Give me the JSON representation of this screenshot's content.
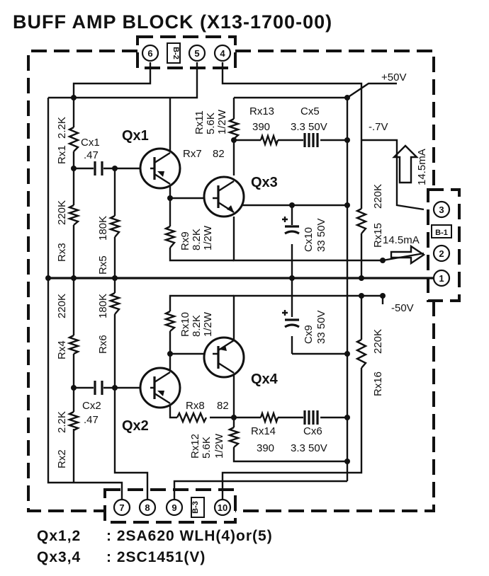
{
  "title": "BUFF AMP BLOCK (X13-1700-00)",
  "connectors": {
    "top": {
      "label": "B-2",
      "pins": [
        "6",
        "5",
        "4"
      ]
    },
    "right": {
      "label": "B-1",
      "pins": [
        "3",
        "2",
        "1"
      ]
    },
    "bottom": {
      "label": "B-3",
      "pins": [
        "7",
        "8",
        "9",
        "10"
      ]
    }
  },
  "transistors": [
    {
      "ref": "Qx1"
    },
    {
      "ref": "Qx2"
    },
    {
      "ref": "Qx3"
    },
    {
      "ref": "Qx4"
    }
  ],
  "resistors": {
    "rx1": {
      "ref": "Rx1",
      "value": "2.2K"
    },
    "rx2": {
      "ref": "Rx2",
      "value": "2.2K"
    },
    "rx3": {
      "ref": "Rx3",
      "value": "220K"
    },
    "rx4": {
      "ref": "Rx4",
      "value": "220K"
    },
    "rx5": {
      "ref": "Rx5",
      "value": "180K"
    },
    "rx6": {
      "ref": "Rx6",
      "value": "180K"
    },
    "rx7": {
      "ref": "Rx7",
      "value": "82"
    },
    "rx8": {
      "ref": "Rx8",
      "value": "82"
    },
    "rx9": {
      "ref": "Rx9",
      "value": "8.2K",
      "power": "1/2W"
    },
    "rx10": {
      "ref": "Rx10",
      "value": "8.2K",
      "power": "1/2W"
    },
    "rx11": {
      "ref": "Rx11",
      "value": "5.6K",
      "power": "1/2W"
    },
    "rx12": {
      "ref": "Rx12",
      "value": "5.6K",
      "power": "1/2W"
    },
    "rx13": {
      "ref": "Rx13",
      "value": "390"
    },
    "rx14": {
      "ref": "Rx14",
      "value": "390"
    },
    "rx15": {
      "ref": "Rx15",
      "value": "220K"
    },
    "rx16": {
      "ref": "Rx16",
      "value": "220K"
    }
  },
  "capacitors": {
    "cx1": {
      "ref": "Cx1",
      "value": ".47"
    },
    "cx2": {
      "ref": "Cx2",
      "value": ".47"
    },
    "cx5": {
      "ref": "Cx5",
      "value": "3.3 50V"
    },
    "cx6": {
      "ref": "Cx6",
      "value": "3.3 50V"
    },
    "cx9": {
      "ref": "Cx9",
      "value": "33 50V"
    },
    "cx10": {
      "ref": "Cx10",
      "value": "33 50V"
    }
  },
  "annotations": {
    "v_pos": "+50V",
    "v_neg": "-50V",
    "v_small": "-.7V",
    "i_up": "14.5mA",
    "i_out": "14.5mA"
  },
  "footer": {
    "line1_ref": "Qx1,2",
    "line1_part": ": 2SA620 WLH(4)or(5)",
    "line2_ref": "Qx3,4",
    "line2_part": ": 2SC1451(V)"
  }
}
